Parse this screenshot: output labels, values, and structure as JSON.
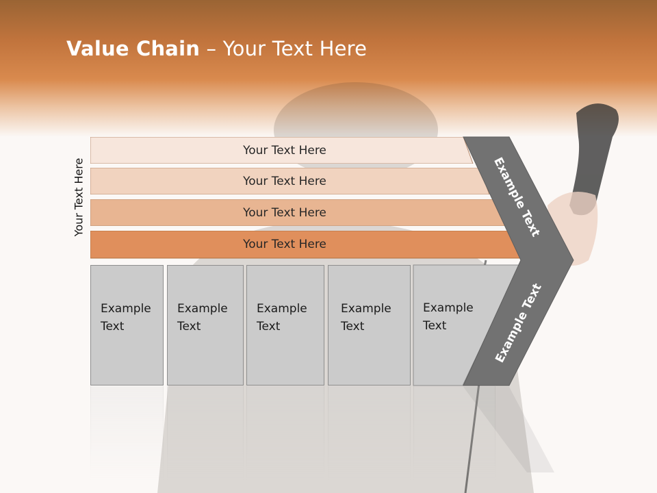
{
  "title": {
    "bold": "Value Chain",
    "rest": " – Your Text Here"
  },
  "side_label": "Your Text Here",
  "bands": [
    {
      "label": "Your Text Here",
      "color": "#f7e6dc"
    },
    {
      "label": "Your Text Here",
      "color": "#f1d3bf"
    },
    {
      "label": "Your Text Here",
      "color": "#e8b592"
    },
    {
      "label": "Your Text Here",
      "color": "#e08f5c"
    }
  ],
  "boxes": [
    {
      "line1": "Example",
      "line2": "Text"
    },
    {
      "line1": "Example",
      "line2": "Text"
    },
    {
      "line1": "Example",
      "line2": "Text"
    },
    {
      "line1": "Example",
      "line2": "Text"
    },
    {
      "line1": "Example",
      "line2": "Text"
    }
  ],
  "chevron": {
    "upper_label": "Example Text",
    "lower_label": "Example Text",
    "color": "#727272"
  },
  "colors": {
    "header": "#c9793f",
    "box_fill": "#cbcbcb"
  },
  "icons": [
    "telephone-handset-photo",
    "person-silhouette-photo"
  ]
}
